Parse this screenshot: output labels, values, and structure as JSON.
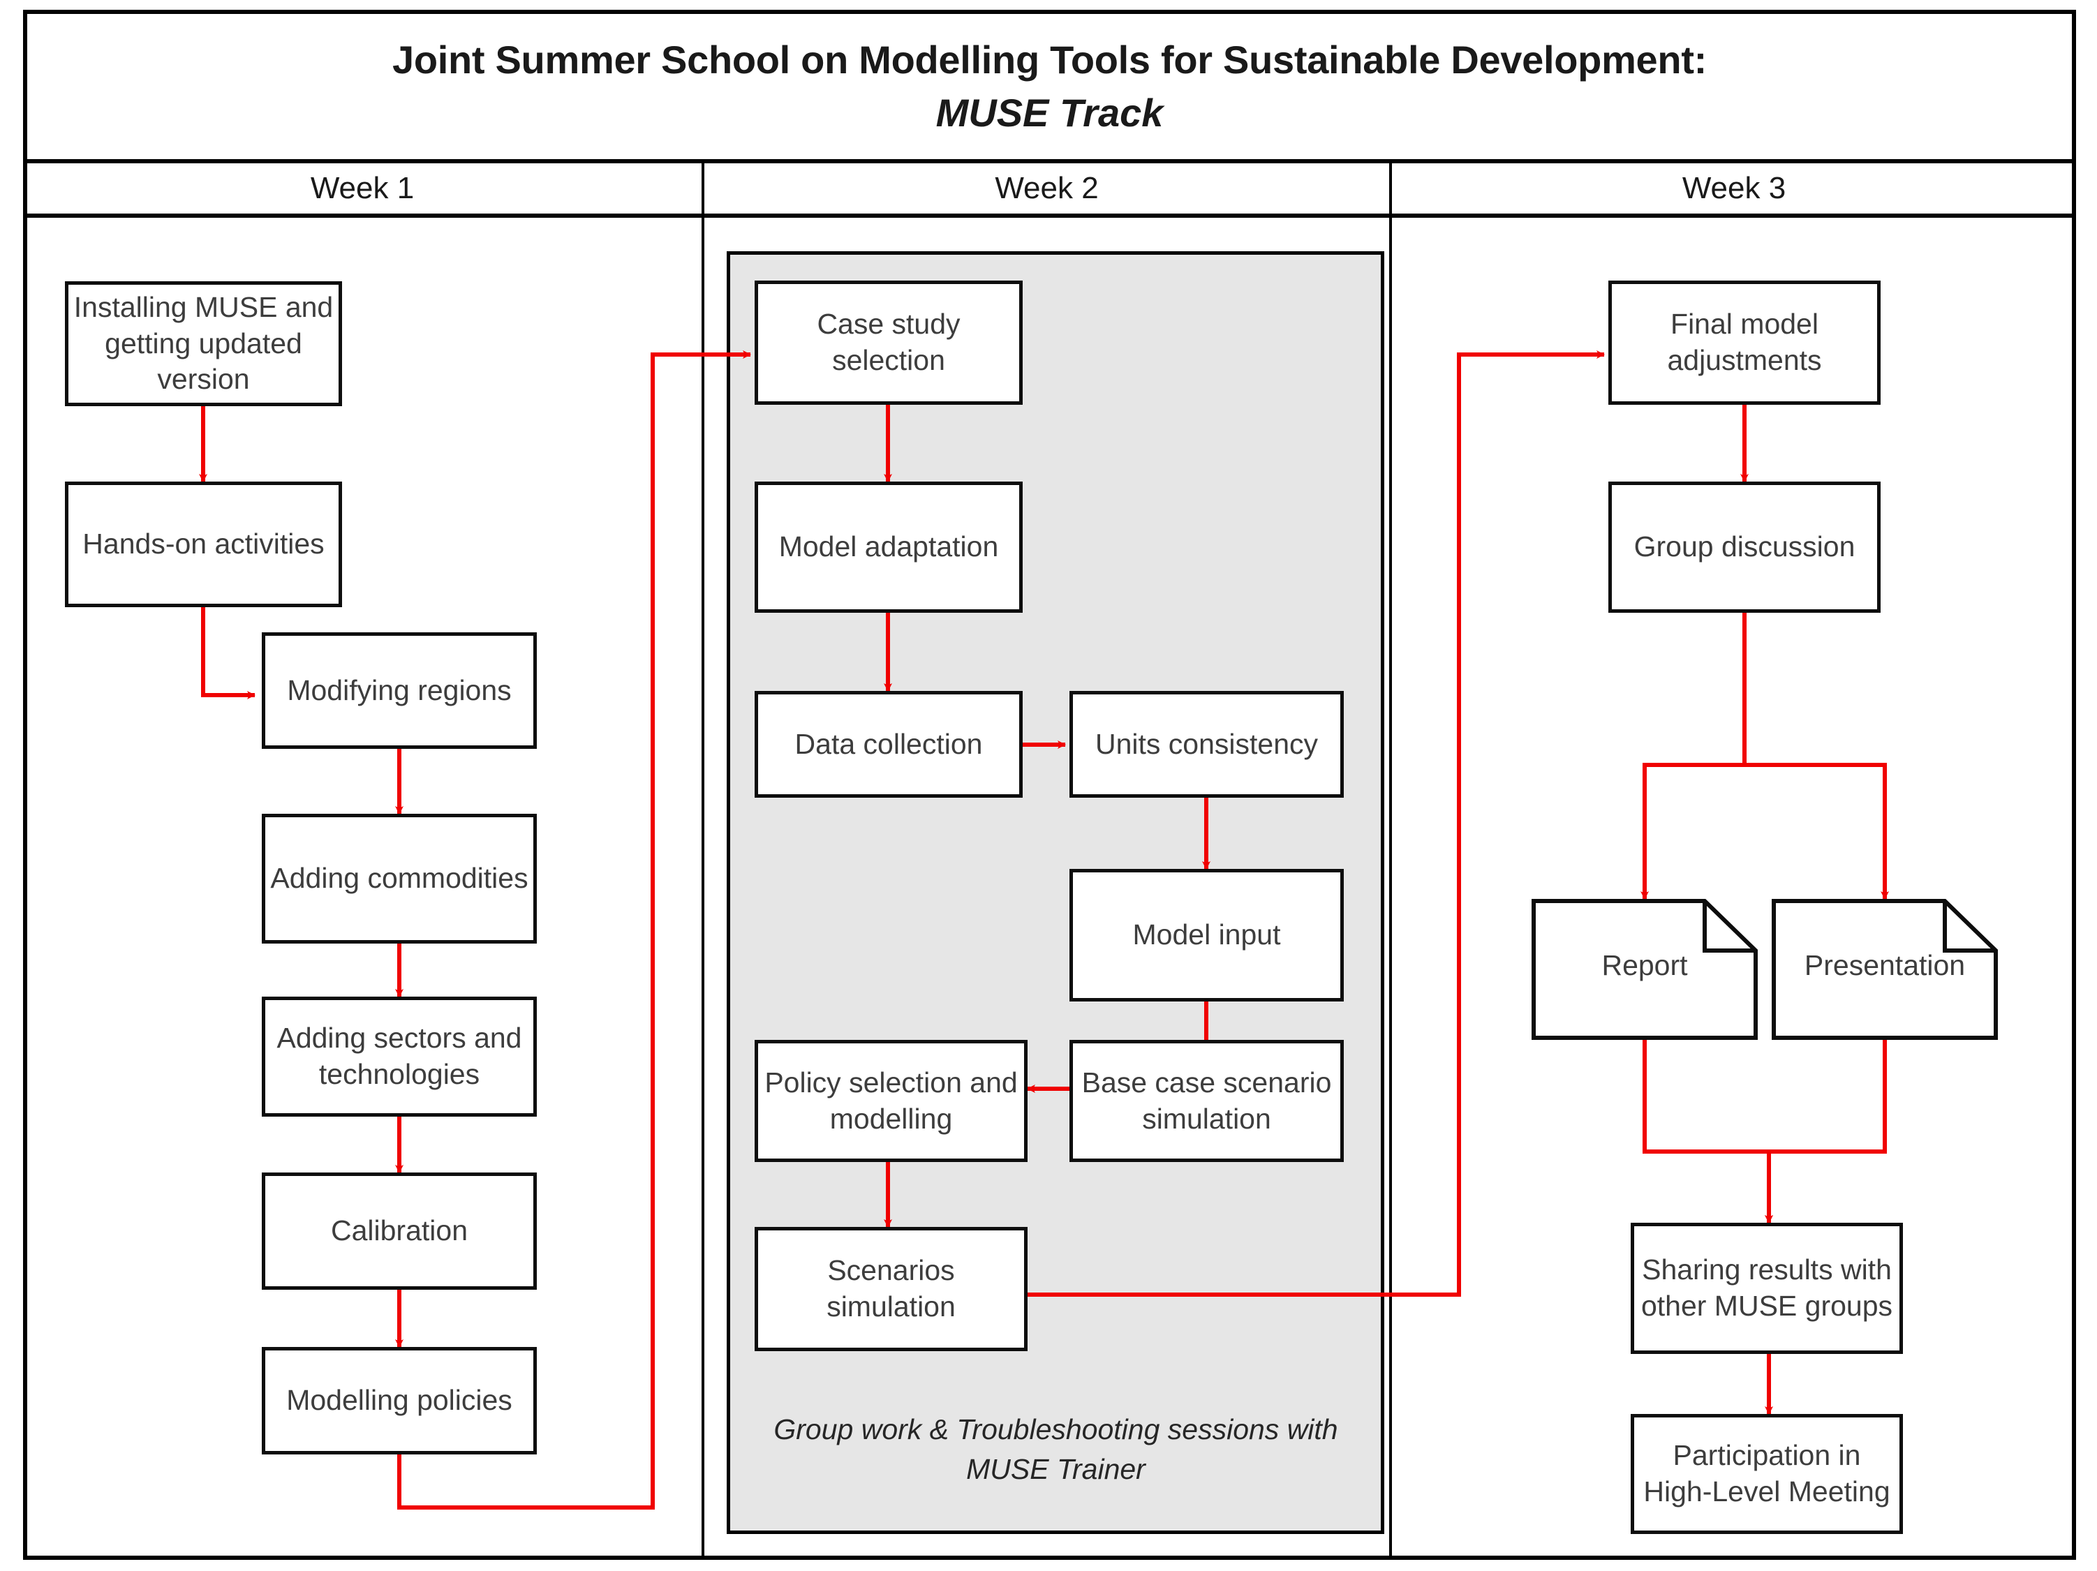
{
  "title": {
    "line1": "Joint Summer School on Modelling Tools for Sustainable Development:",
    "line2": "MUSE Track"
  },
  "columns": [
    {
      "header": "Week 1"
    },
    {
      "header": "Week 2"
    },
    {
      "header": "Week 3"
    }
  ],
  "week1": {
    "nodes": [
      {
        "id": "installing-muse",
        "label": "Installing MUSE and getting updated version"
      },
      {
        "id": "hands-on-activities",
        "label": "Hands-on activities"
      },
      {
        "id": "modifying-regions",
        "label": "Modifying regions"
      },
      {
        "id": "adding-commodities",
        "label": "Adding commodities"
      },
      {
        "id": "adding-sectors",
        "label": "Adding sectors and technologies"
      },
      {
        "id": "calibration",
        "label": "Calibration"
      },
      {
        "id": "modelling-policies",
        "label": "Modelling policies"
      }
    ]
  },
  "week2": {
    "caption": "Group work & Troubleshooting sessions with MUSE Trainer",
    "panel_color": "#e6e6e6",
    "nodes": [
      {
        "id": "case-study-selection",
        "label": "Case study selection"
      },
      {
        "id": "model-adaptation",
        "label": "Model adaptation"
      },
      {
        "id": "data-collection",
        "label": "Data collection"
      },
      {
        "id": "units-consistency",
        "label": "Units consistency"
      },
      {
        "id": "model-input",
        "label": "Model input"
      },
      {
        "id": "base-case-scenario",
        "label": "Base case scenario simulation"
      },
      {
        "id": "policy-selection",
        "label": "Policy selection and modelling"
      },
      {
        "id": "scenarios-simulation",
        "label": "Scenarios simulation"
      }
    ]
  },
  "week3": {
    "nodes": [
      {
        "id": "final-model-adjustments",
        "label": "Final model adjustments"
      },
      {
        "id": "group-discussion",
        "label": "Group discussion"
      },
      {
        "id": "report",
        "label": "Report",
        "shape": "document"
      },
      {
        "id": "presentation",
        "label": "Presentation",
        "shape": "document"
      },
      {
        "id": "sharing-results",
        "label": "Sharing results with other MUSE groups"
      },
      {
        "id": "participation-high-level",
        "label": "Participation in High-Level Meeting"
      }
    ]
  },
  "colors": {
    "arrow": "#f00000",
    "border": "#0d0d0d",
    "panel": "#e6e6e6",
    "text": "#3d3d3d",
    "title": "#1a1a1a"
  },
  "flow": {
    "edges": [
      {
        "from": "installing-muse",
        "to": "hands-on-activities"
      },
      {
        "from": "hands-on-activities",
        "to": "modifying-regions"
      },
      {
        "from": "modifying-regions",
        "to": "adding-commodities"
      },
      {
        "from": "adding-commodities",
        "to": "adding-sectors"
      },
      {
        "from": "adding-sectors",
        "to": "calibration"
      },
      {
        "from": "calibration",
        "to": "modelling-policies"
      },
      {
        "from": "modelling-policies",
        "to": "case-study-selection"
      },
      {
        "from": "case-study-selection",
        "to": "model-adaptation"
      },
      {
        "from": "model-adaptation",
        "to": "data-collection"
      },
      {
        "from": "data-collection",
        "to": "units-consistency"
      },
      {
        "from": "units-consistency",
        "to": "model-input"
      },
      {
        "from": "model-input",
        "to": "base-case-scenario"
      },
      {
        "from": "base-case-scenario",
        "to": "policy-selection"
      },
      {
        "from": "policy-selection",
        "to": "scenarios-simulation"
      },
      {
        "from": "scenarios-simulation",
        "to": "final-model-adjustments"
      },
      {
        "from": "final-model-adjustments",
        "to": "group-discussion"
      },
      {
        "from": "group-discussion",
        "to": "report"
      },
      {
        "from": "group-discussion",
        "to": "presentation"
      },
      {
        "from": "report",
        "to": "sharing-results"
      },
      {
        "from": "presentation",
        "to": "sharing-results"
      },
      {
        "from": "sharing-results",
        "to": "participation-high-level"
      }
    ]
  }
}
